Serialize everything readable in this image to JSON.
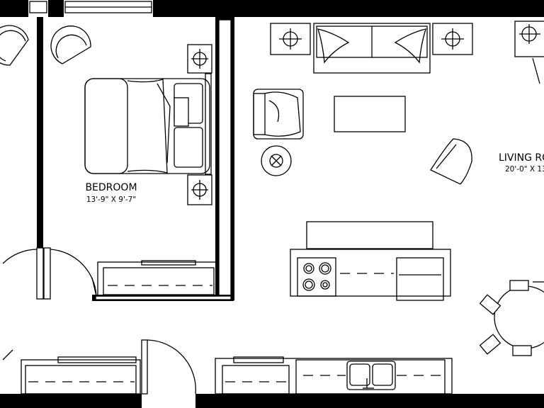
{
  "plan": {
    "rooms": [
      {
        "id": "bedroom",
        "name": "BEDROOM",
        "dimensions": "13'-9\" X 9'-7\""
      },
      {
        "id": "living-room",
        "name": "LIVING RO",
        "dimensions": "20'-0\" X 13'"
      }
    ],
    "colors": {
      "line": "#000000",
      "background": "#ffffff"
    }
  }
}
